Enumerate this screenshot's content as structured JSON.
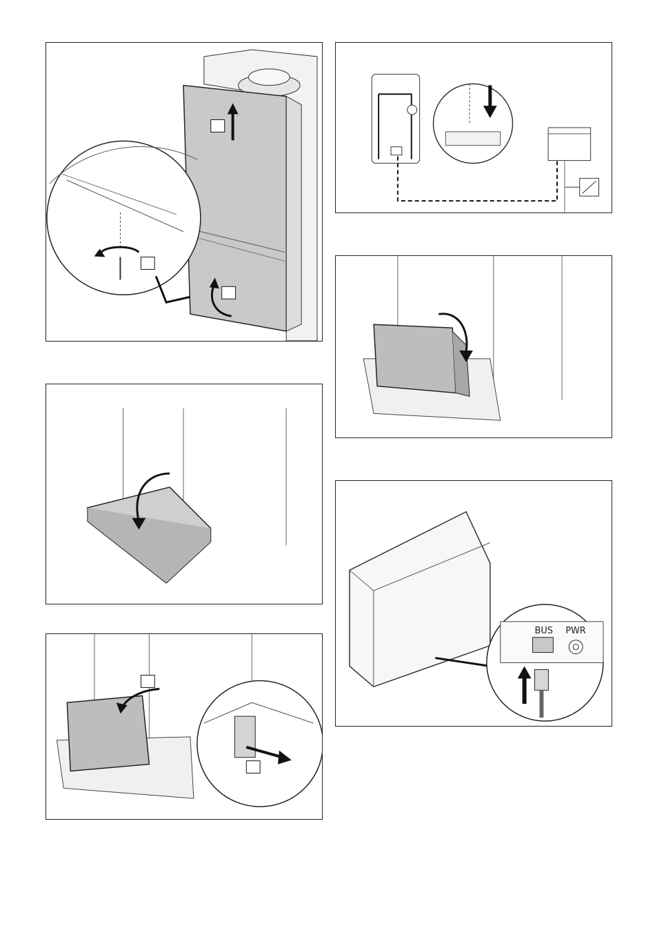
{
  "panels": [
    {
      "id": "remove-front-casing",
      "step_boxes": [
        "",
        "",
        ""
      ]
    },
    {
      "id": "wiring-diagram",
      "step_boxes": []
    },
    {
      "id": "fold-down-control-box",
      "step_boxes": []
    },
    {
      "id": "lower-electronics-box",
      "step_boxes": []
    },
    {
      "id": "open-terminal-cover",
      "step_boxes": [
        "",
        ""
      ]
    },
    {
      "id": "connect-bus-cable",
      "step_boxes": []
    }
  ],
  "connector_labels": {
    "bus": "BUS",
    "pwr": "PWR"
  }
}
